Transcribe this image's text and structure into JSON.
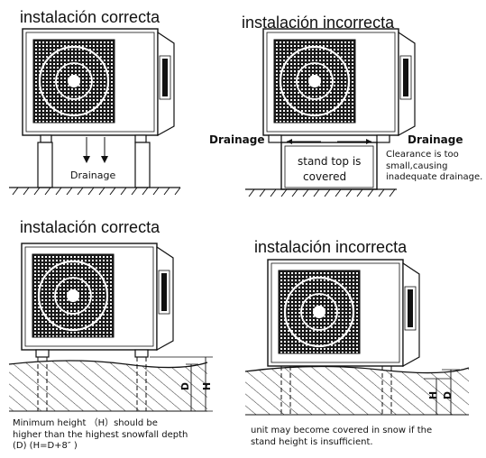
{
  "panels": {
    "top_left": {
      "title": "instalación correcta",
      "drainage": "Drainage"
    },
    "top_right": {
      "title": "instalación incorrecta",
      "drainage_left": "Drainage",
      "drainage_right": "Drainage",
      "stand_note_line1": "stand top is",
      "stand_note_line2": "covered",
      "clearance_note": "Clearance is too small,causing inadequate drainage."
    },
    "bottom_left": {
      "title": "instalación correcta",
      "dim_d": "D",
      "dim_h": "H",
      "note": "Minimum height （H）should be higher than the highest snowfall depth (D) (H=D+8″ )"
    },
    "bottom_right": {
      "title": "instalación incorrecta",
      "dim_h": "H",
      "dim_d": "D",
      "note": "unit may become covered in snow if the stand height is insufficient."
    }
  }
}
